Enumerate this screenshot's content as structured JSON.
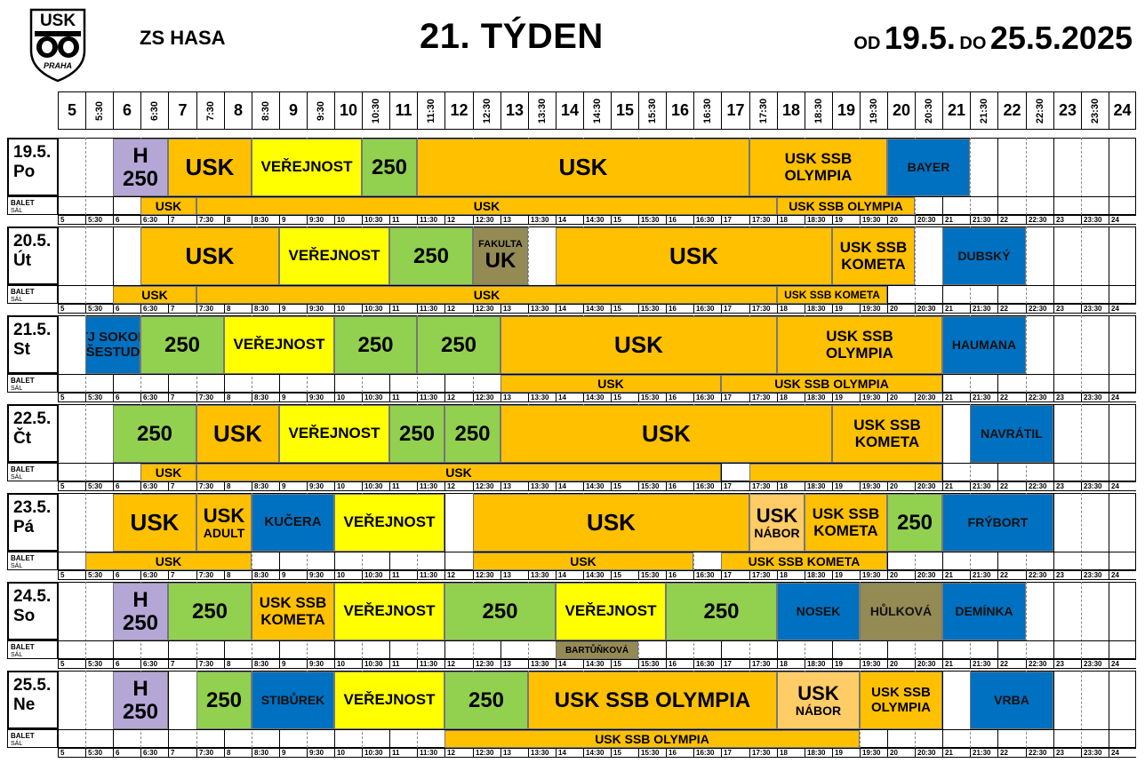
{
  "header": {
    "logo_text_top": "USK",
    "logo_text_bottom": "PRAHA",
    "venue": "ZS HASA",
    "week": "21. TÝDEN",
    "from_word": "OD",
    "from_date": "19.5.",
    "to_word": "DO",
    "to_date": "25.5.2025"
  },
  "hours": [
    "5",
    "5:30",
    "6",
    "6:30",
    "7",
    "7:30",
    "8",
    "8:30",
    "9",
    "9:30",
    "10",
    "10:30",
    "11",
    "11:30",
    "12",
    "12:30",
    "13",
    "13:30",
    "14",
    "14:30",
    "15",
    "15:30",
    "16",
    "16:30",
    "17",
    "17:30",
    "18",
    "18:30",
    "19",
    "19:30",
    "20",
    "20:30",
    "21",
    "21:30",
    "22",
    "22:30",
    "23",
    "23:30",
    "24"
  ],
  "balet_label": "BALET",
  "sal_label": "SÁL",
  "colors": {
    "orange": "#FFC000",
    "yellow": "#FFFF00",
    "green": "#92D050",
    "blue": "#0070C0",
    "lilac": "#B4A7D6",
    "olive": "#948A54",
    "peach": "#FFCC66"
  },
  "days": [
    {
      "date": "19.5.",
      "name": "Po",
      "blocks": [
        {
          "s": 2,
          "e": 4,
          "text": [
            "H",
            "250"
          ],
          "color": "lilac",
          "fs": 24
        },
        {
          "s": 4,
          "e": 7,
          "text": [
            "USK"
          ],
          "color": "orange",
          "fs": 26
        },
        {
          "s": 7,
          "e": 11,
          "text": [
            "VEŘEJNOST"
          ],
          "color": "yellow",
          "fs": 17
        },
        {
          "s": 11,
          "e": 13,
          "text": [
            "250"
          ],
          "color": "green",
          "fs": 24
        },
        {
          "s": 13,
          "e": 25,
          "text": [
            "USK"
          ],
          "color": "orange",
          "fs": 26
        },
        {
          "s": 25,
          "e": 30,
          "text": [
            "USK SSB",
            "OLYMPIA"
          ],
          "color": "orange",
          "fs": 17
        },
        {
          "s": 30,
          "e": 33,
          "text": [
            "BAYER"
          ],
          "color": "blue",
          "fs": 14
        }
      ],
      "balet": [
        {
          "s": 3,
          "e": 5,
          "text": "USK",
          "color": "orange"
        },
        {
          "s": 5,
          "e": 26,
          "text": "USK",
          "color": "orange"
        },
        {
          "s": 26,
          "e": 31,
          "text": "USK SSB OLYMPIA",
          "color": "orange"
        }
      ]
    },
    {
      "date": "20.5.",
      "name": "Út",
      "blocks": [
        {
          "s": 3,
          "e": 8,
          "text": [
            "USK"
          ],
          "color": "orange",
          "fs": 26
        },
        {
          "s": 8,
          "e": 12,
          "text": [
            "VEŘEJNOST"
          ],
          "color": "yellow",
          "fs": 17
        },
        {
          "s": 12,
          "e": 15,
          "text": [
            "250"
          ],
          "color": "green",
          "fs": 24
        },
        {
          "s": 15,
          "e": 17,
          "text": [
            "FAKULTA",
            "UK"
          ],
          "color": "olive",
          "fs": 11,
          "fs2": 24
        },
        {
          "s": 18,
          "e": 28,
          "text": [
            "USK"
          ],
          "color": "orange",
          "fs": 26
        },
        {
          "s": 28,
          "e": 31,
          "text": [
            "USK SSB",
            "KOMETA"
          ],
          "color": "orange",
          "fs": 17
        },
        {
          "s": 32,
          "e": 35,
          "text": [
            "DUBSKÝ"
          ],
          "color": "blue",
          "fs": 14
        }
      ],
      "balet": [
        {
          "s": 2,
          "e": 5,
          "text": "USK",
          "color": "orange"
        },
        {
          "s": 5,
          "e": 26,
          "text": "USK",
          "color": "orange"
        },
        {
          "s": 26,
          "e": 30,
          "text": "USK SSB KOMETA",
          "color": "orange",
          "fs": 12
        }
      ]
    },
    {
      "date": "21.5.",
      "name": "St",
      "blocks": [
        {
          "s": 1,
          "e": 3,
          "text": [
            "TJ SOKOL",
            "VŠESTUDY"
          ],
          "color": "blue",
          "fs": 15
        },
        {
          "s": 3,
          "e": 6,
          "text": [
            "250"
          ],
          "color": "green",
          "fs": 24
        },
        {
          "s": 6,
          "e": 10,
          "text": [
            "VEŘEJNOST"
          ],
          "color": "yellow",
          "fs": 17
        },
        {
          "s": 10,
          "e": 13,
          "text": [
            "250"
          ],
          "color": "green",
          "fs": 24
        },
        {
          "s": 13,
          "e": 16,
          "text": [
            "250"
          ],
          "color": "green",
          "fs": 24
        },
        {
          "s": 16,
          "e": 26,
          "text": [
            "USK"
          ],
          "color": "orange",
          "fs": 26
        },
        {
          "s": 26,
          "e": 32,
          "text": [
            "USK SSB",
            "OLYMPIA"
          ],
          "color": "orange",
          "fs": 17
        },
        {
          "s": 32,
          "e": 35,
          "text": [
            "HAUMANA"
          ],
          "color": "blue",
          "fs": 14
        }
      ],
      "balet": [
        {
          "s": 16,
          "e": 24,
          "text": "USK",
          "color": "orange"
        },
        {
          "s": 24,
          "e": 32,
          "text": "USK SSB OLYMPIA",
          "color": "orange"
        }
      ]
    },
    {
      "date": "22.5.",
      "name": "Čt",
      "blocks": [
        {
          "s": 2,
          "e": 5,
          "text": [
            "250"
          ],
          "color": "green",
          "fs": 24
        },
        {
          "s": 5,
          "e": 8,
          "text": [
            "USK"
          ],
          "color": "orange",
          "fs": 26
        },
        {
          "s": 8,
          "e": 12,
          "text": [
            "VEŘEJNOST"
          ],
          "color": "yellow",
          "fs": 17
        },
        {
          "s": 12,
          "e": 14,
          "text": [
            "250"
          ],
          "color": "green",
          "fs": 24
        },
        {
          "s": 14,
          "e": 16,
          "text": [
            "250"
          ],
          "color": "green",
          "fs": 24
        },
        {
          "s": 16,
          "e": 28,
          "text": [
            "USK"
          ],
          "color": "orange",
          "fs": 26
        },
        {
          "s": 28,
          "e": 32,
          "text": [
            "USK SSB",
            "KOMETA"
          ],
          "color": "orange",
          "fs": 17
        },
        {
          "s": 33,
          "e": 36,
          "text": [
            "NAVRÁTIL"
          ],
          "color": "blue",
          "fs": 14
        }
      ],
      "balet": [
        {
          "s": 3,
          "e": 5,
          "text": "USK",
          "color": "orange"
        },
        {
          "s": 5,
          "e": 24,
          "text": "USK",
          "color": "orange"
        },
        {
          "s": 25,
          "e": 32,
          "text": "",
          "color": "orange"
        }
      ]
    },
    {
      "date": "23.5.",
      "name": "Pá",
      "blocks": [
        {
          "s": 2,
          "e": 5,
          "text": [
            "USK"
          ],
          "color": "orange",
          "fs": 26
        },
        {
          "s": 5,
          "e": 7,
          "text": [
            "USK",
            "ADULT"
          ],
          "color": "orange",
          "fs": 22,
          "fs2": 14
        },
        {
          "s": 7,
          "e": 10,
          "text": [
            "KUČERA"
          ],
          "color": "blue",
          "fs": 15
        },
        {
          "s": 10,
          "e": 14,
          "text": [
            "VEŘEJNOST"
          ],
          "color": "yellow",
          "fs": 17
        },
        {
          "s": 15,
          "e": 25,
          "text": [
            "USK"
          ],
          "color": "orange",
          "fs": 26
        },
        {
          "s": 25,
          "e": 27,
          "text": [
            "USK",
            "NÁBOR"
          ],
          "color": "peach",
          "fs": 22,
          "fs2": 14
        },
        {
          "s": 27,
          "e": 30,
          "text": [
            "USK SSB",
            "KOMETA"
          ],
          "color": "orange",
          "fs": 17
        },
        {
          "s": 30,
          "e": 32,
          "text": [
            "250"
          ],
          "color": "green",
          "fs": 24
        },
        {
          "s": 32,
          "e": 36,
          "text": [
            "FRÝBORT"
          ],
          "color": "blue",
          "fs": 14
        }
      ],
      "balet": [
        {
          "s": 1,
          "e": 7,
          "text": "USK",
          "color": "orange"
        },
        {
          "s": 15,
          "e": 23,
          "text": "USK",
          "color": "orange"
        },
        {
          "s": 24,
          "e": 30,
          "text": "USK SSB KOMETA",
          "color": "orange"
        }
      ]
    },
    {
      "date": "24.5.",
      "name": "So",
      "blocks": [
        {
          "s": 2,
          "e": 4,
          "text": [
            "H",
            "250"
          ],
          "color": "lilac",
          "fs": 24
        },
        {
          "s": 4,
          "e": 7,
          "text": [
            "250"
          ],
          "color": "green",
          "fs": 24
        },
        {
          "s": 7,
          "e": 10,
          "text": [
            "USK SSB",
            "KOMETA"
          ],
          "color": "orange",
          "fs": 17
        },
        {
          "s": 10,
          "e": 14,
          "text": [
            "VEŘEJNOST"
          ],
          "color": "yellow",
          "fs": 17
        },
        {
          "s": 14,
          "e": 18,
          "text": [
            "250"
          ],
          "color": "green",
          "fs": 24
        },
        {
          "s": 18,
          "e": 22,
          "text": [
            "VEŘEJNOST"
          ],
          "color": "yellow",
          "fs": 17
        },
        {
          "s": 22,
          "e": 26,
          "text": [
            "250"
          ],
          "color": "green",
          "fs": 24
        },
        {
          "s": 26,
          "e": 29,
          "text": [
            "NOSEK"
          ],
          "color": "blue",
          "fs": 14
        },
        {
          "s": 29,
          "e": 32,
          "text": [
            "HŮLKOVÁ"
          ],
          "color": "olive",
          "fs": 14
        },
        {
          "s": 32,
          "e": 35,
          "text": [
            "DEMÍNKA"
          ],
          "color": "blue",
          "fs": 14
        }
      ],
      "balet": [
        {
          "s": 18,
          "e": 21,
          "text": "BARTŮŇKOVÁ",
          "color": "olive",
          "fs": 10
        }
      ]
    },
    {
      "date": "25.5.",
      "name": "Ne",
      "blocks": [
        {
          "s": 2,
          "e": 4,
          "text": [
            "H",
            "250"
          ],
          "color": "lilac",
          "fs": 24
        },
        {
          "s": 5,
          "e": 7,
          "text": [
            "250"
          ],
          "color": "green",
          "fs": 24
        },
        {
          "s": 7,
          "e": 10,
          "text": [
            "STIBŮREK"
          ],
          "color": "blue",
          "fs": 14
        },
        {
          "s": 10,
          "e": 14,
          "text": [
            "VEŘEJNOST"
          ],
          "color": "yellow",
          "fs": 17
        },
        {
          "s": 14,
          "e": 17,
          "text": [
            "250"
          ],
          "color": "green",
          "fs": 24
        },
        {
          "s": 17,
          "e": 26,
          "text": [
            "USK SSB OLYMPIA"
          ],
          "color": "orange",
          "fs": 24
        },
        {
          "s": 26,
          "e": 29,
          "text": [
            "USK",
            "NÁBOR"
          ],
          "color": "peach",
          "fs": 22,
          "fs2": 14
        },
        {
          "s": 29,
          "e": 32,
          "text": [
            "USK SSB",
            "OLYMPIA"
          ],
          "color": "orange",
          "fs": 15
        },
        {
          "s": 33,
          "e": 36,
          "text": [
            "VRBA"
          ],
          "color": "blue",
          "fs": 14
        }
      ],
      "balet": [
        {
          "s": 14,
          "e": 29,
          "text": "USK SSB OLYMPIA",
          "color": "orange"
        }
      ]
    }
  ]
}
